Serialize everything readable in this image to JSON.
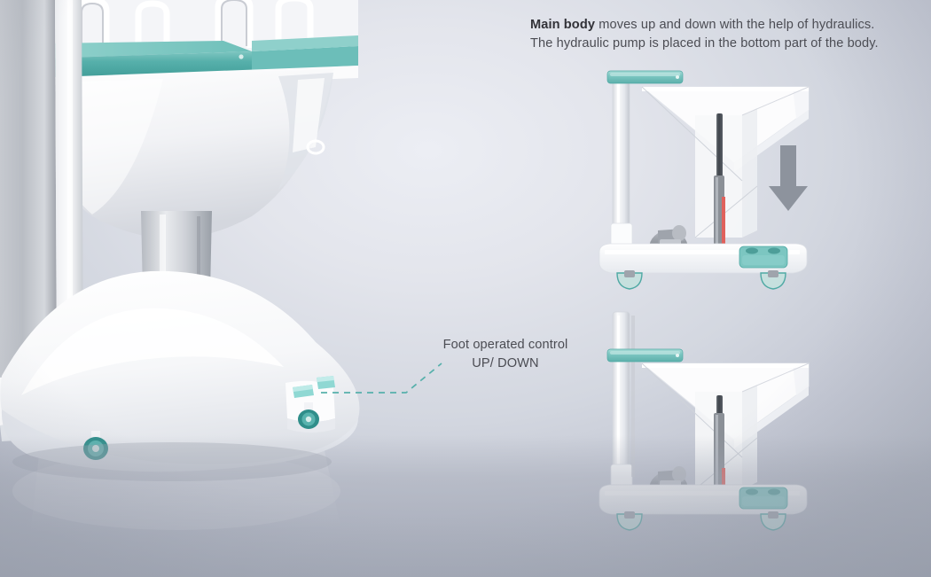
{
  "slide": {
    "title_hidden": "Hydraulic mobile medical cart - mechanism callouts"
  },
  "annotations": {
    "main_body_note": {
      "emphasis": "Main body",
      "line1_rest": " moves up and down with the help of hydraulics.",
      "line2": "The hydraulic pump is placed in the bottom part of the body."
    },
    "foot_control": {
      "line1": "Foot operated control",
      "line2": "UP/ DOWN"
    }
  },
  "diagrams": [
    {
      "id": "diagram-up-position",
      "state": "raised",
      "arrow": "down-arrow",
      "parts": [
        "teal-top-bar",
        "telescopic-column",
        "funnel-basin",
        "hydraulic-piston",
        "red-hydraulic-line",
        "pump-motor",
        "wheeled-base",
        "teal-caster",
        "teal-foot-pedal"
      ]
    },
    {
      "id": "diagram-down-position",
      "state": "lowered",
      "arrow": "none",
      "parts": [
        "teal-top-bar",
        "telescopic-column",
        "funnel-basin",
        "hydraulic-piston",
        "red-hydraulic-line",
        "pump-motor",
        "wheeled-base",
        "teal-caster",
        "teal-foot-pedal"
      ]
    }
  ],
  "colors": {
    "teal_accent": "#5fb7b2",
    "teal_light": "#8fcfcb",
    "teal_dark": "#2f8f8a",
    "arrow_gray": "#8d939d",
    "hydraulic_red": "#e0615c",
    "text_dark": "#323238",
    "text_body": "#4b4c53",
    "background_light": "#eceef4",
    "background_dark": "#b4b9c5"
  }
}
